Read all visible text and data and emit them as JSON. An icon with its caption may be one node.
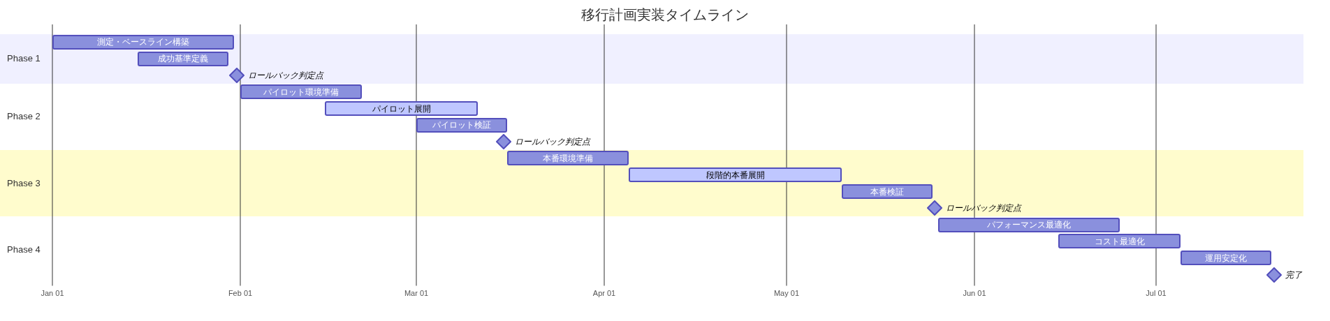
{
  "diagram": {
    "title": "移行計画実装タイムライン",
    "nodes": [
      {
        "text": [
          "Phase 1"
        ]
      },
      {
        "text": [
          "測定・ベースライン構築"
        ],
        "in": 0
      },
      {
        "text": [
          "成功基準定義"
        ],
        "in": 0
      },
      {
        "text": [],
        "shape": "diamond",
        "in": 0,
        "beside": [
          "ロールバック判定点"
        ]
      },
      {
        "text": [
          "Phase 2"
        ]
      },
      {
        "text": [
          "パイロット環境準備"
        ],
        "in": 4
      },
      {
        "text": [
          "パイロット展開"
        ],
        "in": 4
      },
      {
        "text": [
          "パイロット検証"
        ],
        "in": 4
      },
      {
        "text": [],
        "shape": "diamond",
        "in": 4,
        "beside": [
          "ロールバック判定点"
        ]
      },
      {
        "text": [
          "Phase 3"
        ]
      },
      {
        "text": [
          "本番環境準備"
        ],
        "in": 9
      },
      {
        "text": [
          "段階的本番展開"
        ],
        "in": 9
      },
      {
        "text": [
          "本番検証"
        ],
        "in": 9
      },
      {
        "text": [],
        "shape": "diamond",
        "in": 9,
        "beside": [
          "ロールバック判定点"
        ]
      },
      {
        "text": [
          "Phase 4"
        ]
      },
      {
        "text": [
          "パフォーマンス最適化"
        ],
        "in": 14
      },
      {
        "text": [
          "コスト最適化"
        ],
        "in": 14
      },
      {
        "text": [
          "運用安定化"
        ],
        "in": 14
      },
      {
        "text": [],
        "shape": "diamond",
        "in": 14,
        "beside": [
          "完了"
        ]
      }
    ],
    "labels": [
      "Jan 01",
      "Feb 01",
      "Mar 01",
      "Apr 01",
      "May 01",
      "Jun 01",
      "Jul 01"
    ]
  }
}
